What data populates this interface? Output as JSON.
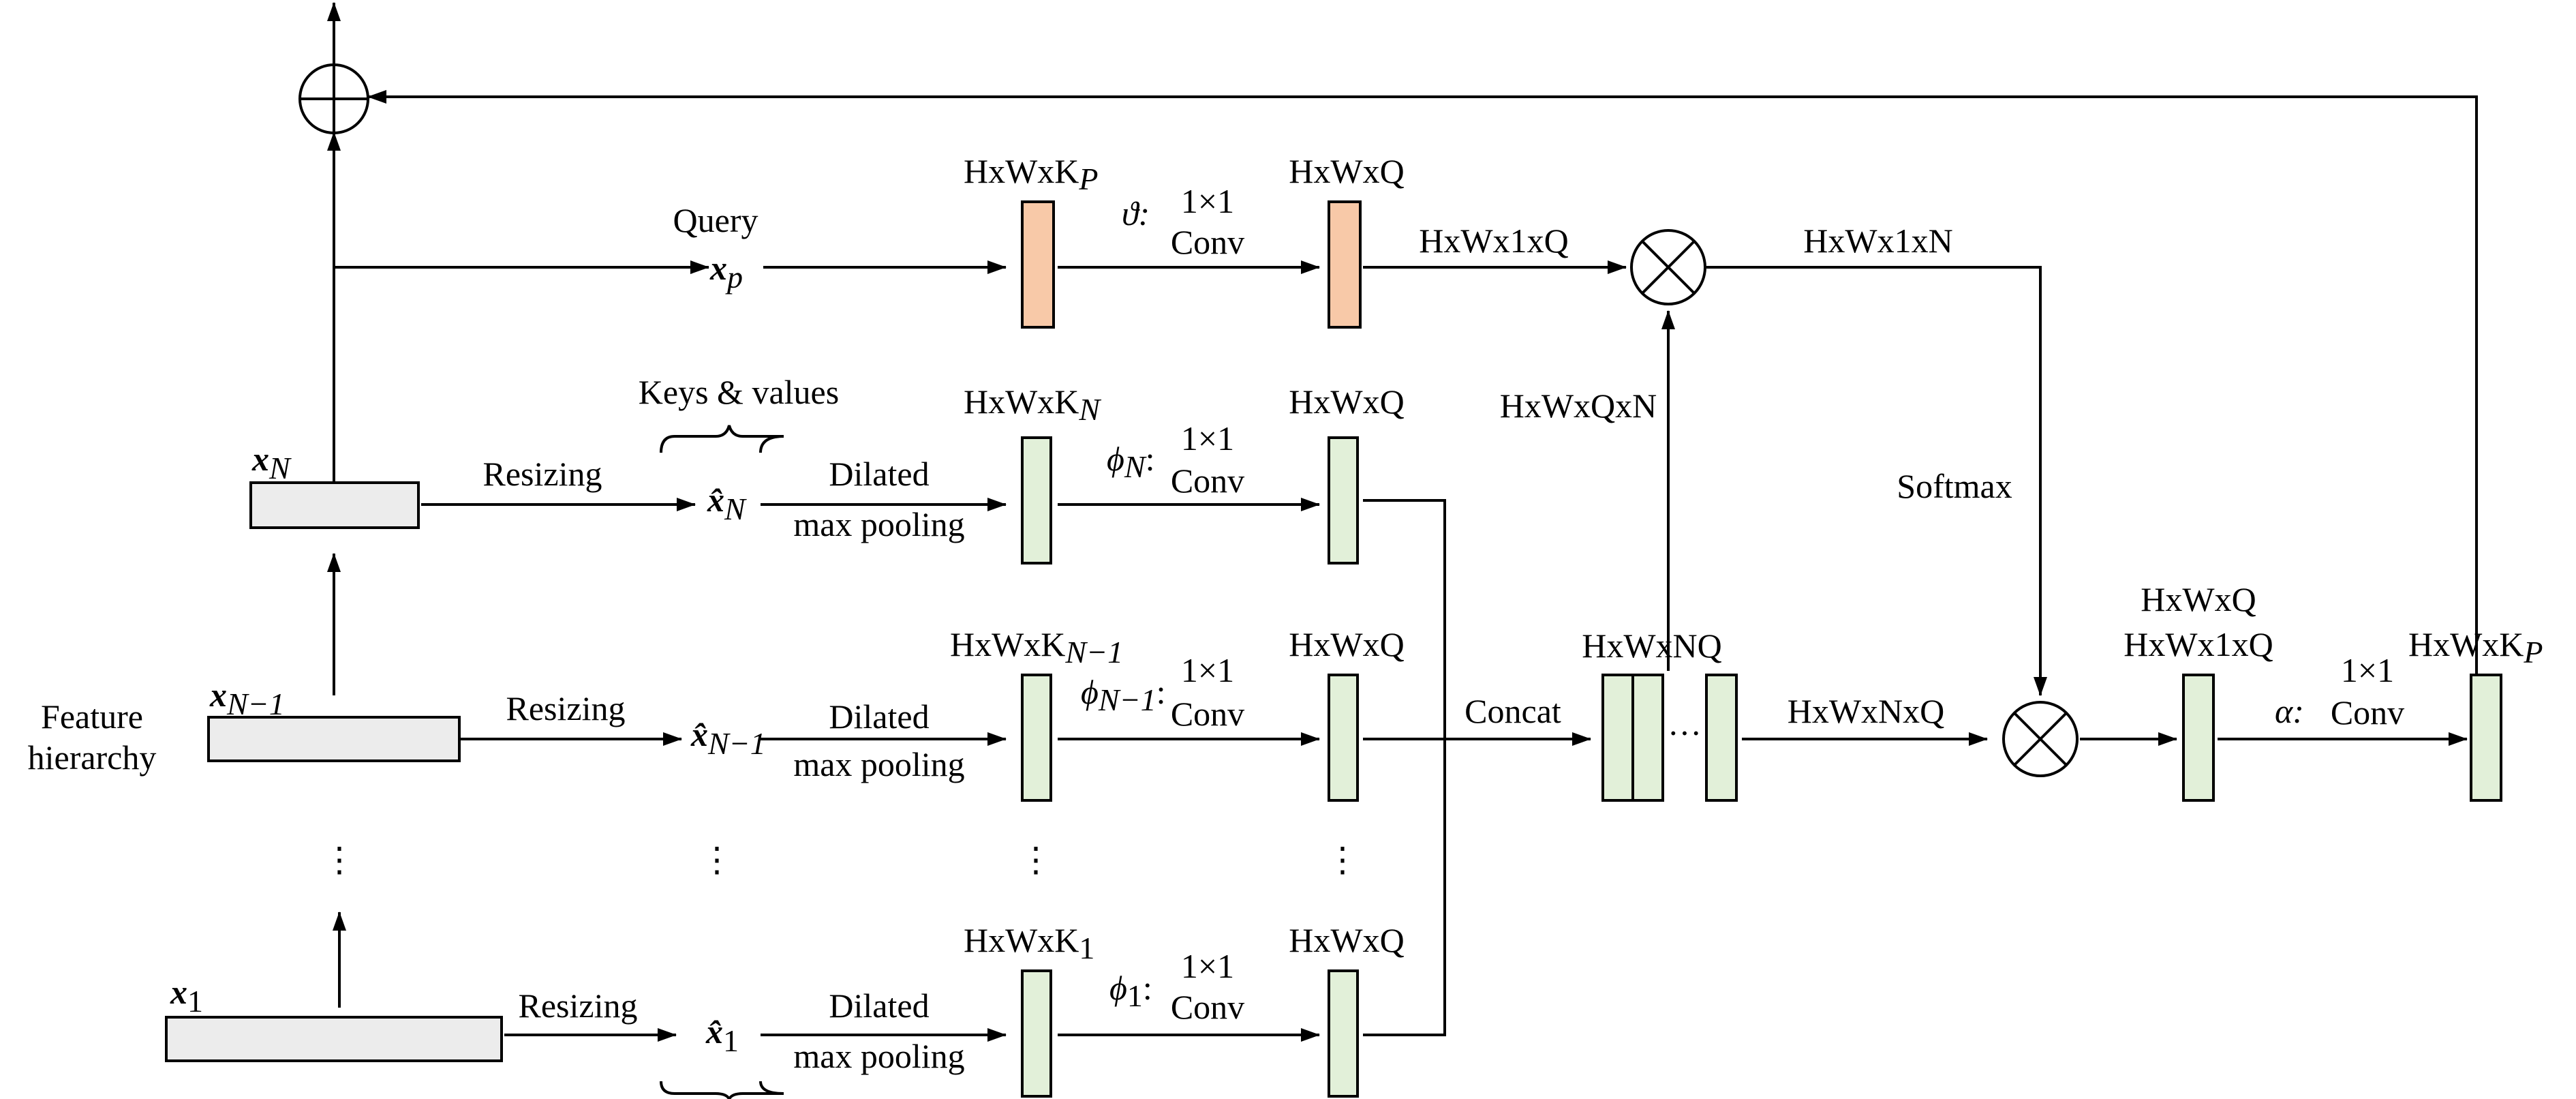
{
  "labels": {
    "query": "Query",
    "keys_values": "Keys & values",
    "resizing": "Resizing",
    "dilated": "Dilated",
    "max_pooling": "max pooling",
    "conv_1x1": "1×1",
    "conv": "Conv",
    "concat": "Concat",
    "softmax": "Softmax",
    "feature": "Feature",
    "hierarchy": "hierarchy",
    "vdots": "⋮",
    "hdots": "···"
  },
  "symbols": {
    "x": "x",
    "p": "p",
    "N": "N",
    "N_minus_1": "N−1",
    "one": "1",
    "xhat": "x̂",
    "theta": "ϑ:",
    "phi": "ϕ",
    "alpha": "α:",
    "colon": ":"
  },
  "dims": {
    "hwkp": "HxWxK",
    "hwkn": "HxWxK",
    "hwkn1": "HxWxK",
    "hwk1": "HxWxK",
    "hwq": "HxWxQ",
    "hw1q": "HxWx1xQ",
    "hw1n": "HxWx1xN",
    "hwqn": "HxWxQxN",
    "hwnq": "HxWxNQ",
    "hwnxq": "HxWxNxQ",
    "sub_p": "P",
    "sub_n": "N",
    "sub_n1": "N−1",
    "sub_1": "1"
  },
  "colors": {
    "query_block": "#f8c9a8",
    "key_block": "#e2f0d9",
    "feature_block": "#ececec"
  }
}
